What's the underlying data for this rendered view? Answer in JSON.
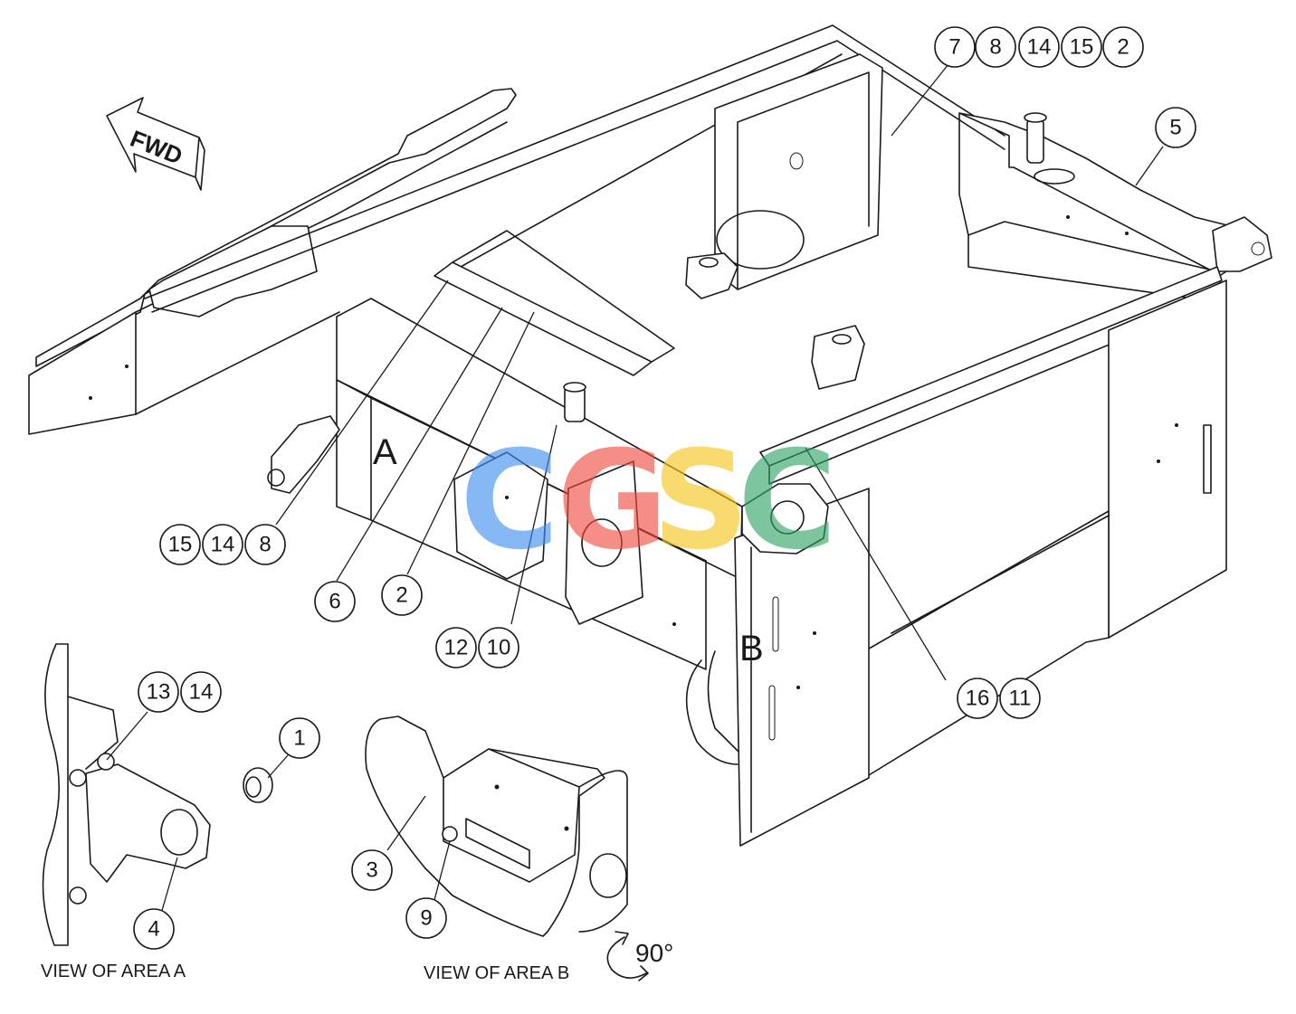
{
  "fwd_label": "FWD",
  "area_a_letter": "A",
  "area_b_letter": "B",
  "caption_area_a": "VIEW OF AREA A",
  "caption_area_b": "VIEW OF AREA B",
  "rotation_label": "90°",
  "watermark": {
    "letters": [
      "C",
      "G",
      "S",
      "C"
    ],
    "colors": [
      "#3d8ef0",
      "#ee4a3e",
      "#f5c518",
      "#2da364"
    ]
  },
  "callouts": {
    "c7": "7",
    "c8a": "8",
    "c14a": "14",
    "c15a": "15",
    "c2a": "2",
    "c5": "5",
    "c15b": "15",
    "c14b": "14",
    "c8b": "8",
    "c6": "6",
    "c2b": "2",
    "c12": "12",
    "c10": "10",
    "c16": "16",
    "c11": "11",
    "c13": "13",
    "c14c": "14",
    "c1": "1",
    "c4": "4",
    "c3": "3",
    "c9": "9"
  }
}
